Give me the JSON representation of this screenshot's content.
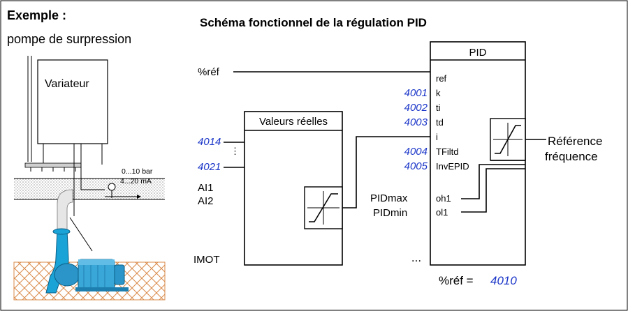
{
  "example": {
    "title": "Exemple :",
    "subtitle": "pompe de surpression",
    "drive_label": "Variateur",
    "sensor_range_bar": "0...10 bar",
    "sensor_range_ma": "4...20 mA"
  },
  "diagram": {
    "title": "Schéma fonctionnel de la régulation PID",
    "ref_input": "%réf",
    "actual_values_label": "Valeurs réelles",
    "param_first": "4014",
    "param_last": "4021",
    "sig_ai1": "AI1",
    "sig_ai2": "AI2",
    "sig_imot": "IMOT",
    "pidmax_label": "PIDmax",
    "pidmin_label": "PIDmin",
    "ellipsis": "...",
    "output_label_line1": "Référence",
    "output_label_line2": "fréquence",
    "ref_param_label": "%réf =",
    "ref_param_value": "4010"
  },
  "pid": {
    "title": "PID",
    "inputs": [
      {
        "param": "",
        "label": "ref"
      },
      {
        "param": "4001",
        "label": "k"
      },
      {
        "param": "4002",
        "label": "ti"
      },
      {
        "param": "4003",
        "label": "td"
      },
      {
        "param": "",
        "label": "i"
      },
      {
        "param": "4004",
        "label": "TFiltd"
      },
      {
        "param": "4005",
        "label": "InvEPID"
      },
      {
        "param": "",
        "label": "oh1"
      },
      {
        "param": "",
        "label": "ol1"
      }
    ]
  },
  "colors": {
    "param_blue": "#1a35c8",
    "pipe_blue": "#1aa3d6",
    "motor_blue": "#3aa7d9",
    "hatch_orange": "#d98a4a",
    "gravel": "#b8b8b8"
  }
}
